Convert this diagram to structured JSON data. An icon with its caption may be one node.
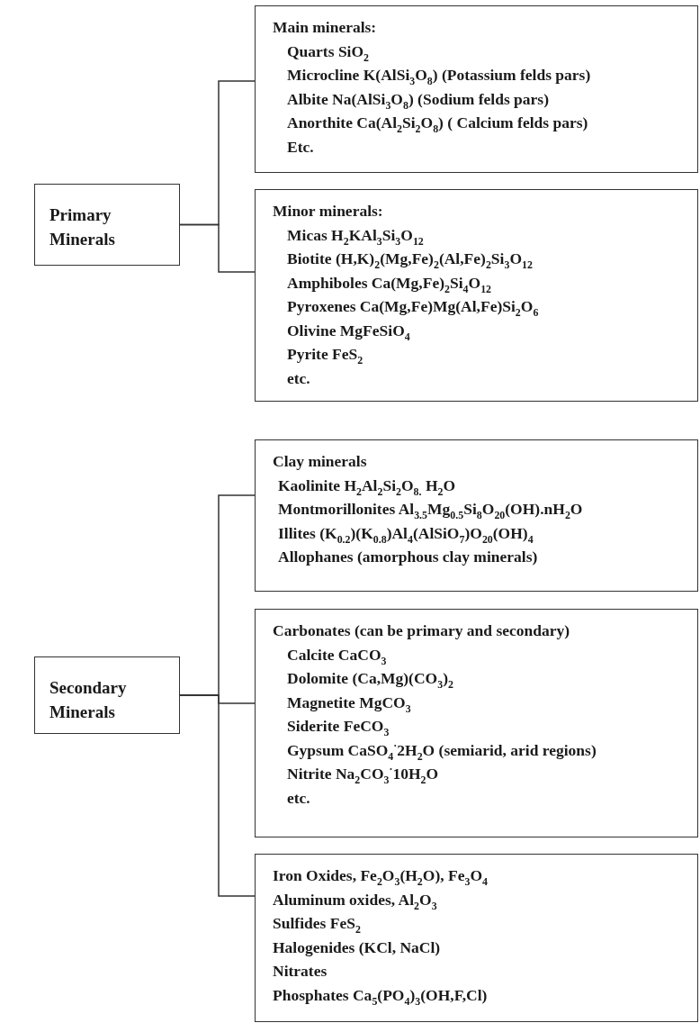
{
  "diagram": {
    "nodes": [
      {
        "text": [
          "Primary Minerals"
        ]
      },
      {
        "text": [
          "Main minerals:",
          "Quarts SiO$_{2}$",
          "Microcline K(AlSi$_{3}$O$_{8}$) (Potassium felds pars)",
          "Albite Na(AlSi$_{3}$O$_{8}$) (Sodium felds pars)",
          "Anorthite Ca(Al$_{2}$Si$_{2}$O$_{8}$) ( Calcium felds pars)",
          "Etc."
        ]
      },
      {
        "text": [
          "Minor minerals:",
          "Micas H$_{2}$KAl$_{3}$Si$_{3}$O$_{12}$",
          "Biotite (H,K)$_{2}$(Mg,Fe)$_{2}$(Al,Fe)$_{2}$Si$_{3}$O$_{12}$",
          "Amphiboles Ca(Mg,Fe)$_{2}$Si$_{4}$O$_{12}$",
          "Pyroxenes Ca(Mg,Fe)Mg(Al,Fe)Si$_{2}$O$_{6}$",
          "Olivine MgFeSiO$_{4}$",
          "Pyrite FeS$_{2}$",
          "etc."
        ]
      },
      {
        "text": [
          "Secondary Minerals"
        ]
      },
      {
        "text": [
          "Clay minerals",
          "Kaolinite H$_{2}$Al$_{2}$Si$_{2}$O$_{8.}$ H$_{2}$O",
          "Montmorillonites Al$_{3.5}$Mg$_{0.5}$Si$_{8}$O$_{20}$(OH).nH$_{2}$O",
          "Illites (K$_{0.2}$)(K$_{0.8}$)Al$_{4}$(AlSiO$_{7}$)O$_{20}$(OH)$_{4}$",
          "Allophanes (amorphous clay minerals)"
        ]
      },
      {
        "text": [
          "Carbonates (can be primary and secondary)",
          "Calcite CaCO$_{3}$",
          "Dolomite (Ca,Mg)(CO$_{3}$)$_{2}$",
          "Magnetite MgCO$_{3}$",
          "Siderite FeCO$_{3}$",
          "Gypsum CaSO$_{4}$$^{·}$2H$_{2}$O (semiarid, arid regions)",
          "Nitrite Na$_{2}$CO$_{3}$$^{·}$10H$_{2}$O",
          "etc."
        ]
      },
      {
        "text": [
          "Iron Oxides, Fe$_{2}$O$_{3}$(H$_{2}$O), Fe$_{3}$O$_{4}$",
          "Aluminum oxides, Al$_{2}$O$_{3}$",
          "Sulfides FeS$_{2}$",
          "Halogenides (KCl, NaCl)",
          "Nitrates",
          "Phosphates Ca$_{5}$(PO$_{4}$)$_{3}$(OH,F,Cl)"
        ]
      }
    ],
    "edges": [
      {
        "from": 0,
        "to": 1,
        "arrow": "none"
      },
      {
        "from": 0,
        "to": 2,
        "arrow": "none"
      },
      {
        "from": 3,
        "to": 4,
        "arrow": "none"
      },
      {
        "from": 3,
        "to": 5,
        "arrow": "none"
      },
      {
        "from": 3,
        "to": 6,
        "arrow": "none"
      }
    ]
  }
}
